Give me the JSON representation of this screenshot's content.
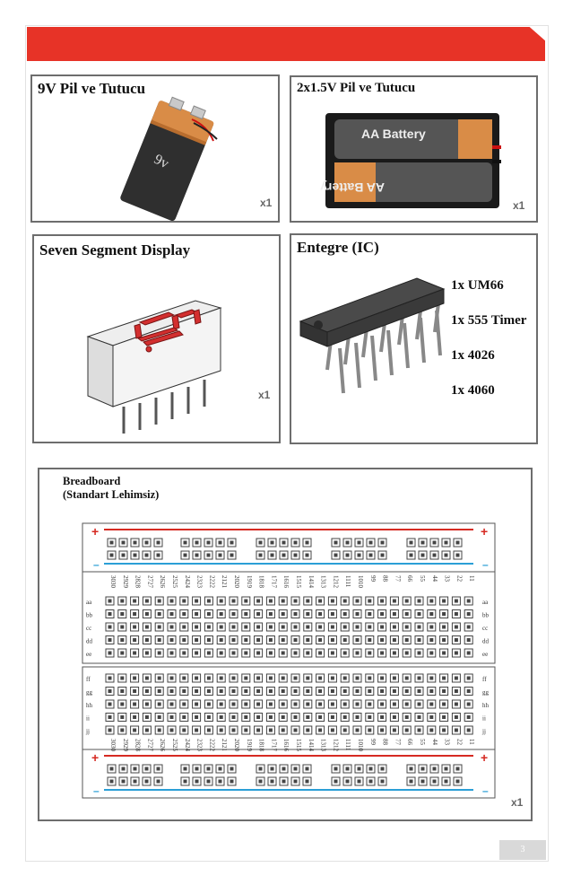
{
  "cards": {
    "battery9v": {
      "title": "9V Pil ve Tutucu",
      "label": "9v",
      "qty": "x1"
    },
    "aa_holder": {
      "title": "2x1.5V Pil ve Tutucu",
      "label_top": "AA Battery",
      "label_bottom": "AA Battery",
      "qty": "x1"
    },
    "seven_segment": {
      "title": "Seven Segment Display",
      "qty": "x1"
    },
    "ic": {
      "title": "Entegre (IC)",
      "items": [
        "1x UM66",
        "1x 555 Timer",
        "1x 4026",
        "1x 4060"
      ]
    }
  },
  "breadboard": {
    "title_line1": "Breadboard",
    "title_line2": "(Standart Lehimsiz)",
    "qty": "x1",
    "plus": "+",
    "minus": "–",
    "columns": 30,
    "top_row_labels": [
      "aa",
      "bb",
      "cc",
      "dd",
      "ee"
    ],
    "bottom_row_labels": [
      "ff",
      "gg",
      "hh",
      "ii",
      "jj"
    ],
    "colors": {
      "red_rail": "#d62a22",
      "blue_rail": "#2b9fd6"
    }
  },
  "page_number": "3",
  "colors": {
    "banner": "#e73327",
    "border": "#6d6d6d"
  }
}
